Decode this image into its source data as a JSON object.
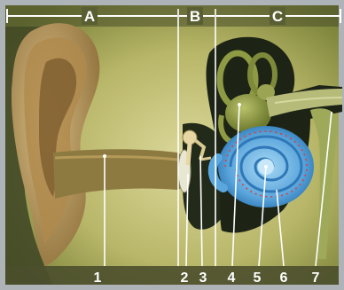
{
  "sections": [
    {
      "id": "A",
      "label": "A"
    },
    {
      "id": "B",
      "label": "B"
    },
    {
      "id": "C",
      "label": "C"
    }
  ],
  "callouts": [
    {
      "id": "1",
      "label": "1"
    },
    {
      "id": "2",
      "label": "2"
    },
    {
      "id": "3",
      "label": "3"
    },
    {
      "id": "4",
      "label": "4"
    },
    {
      "id": "5",
      "label": "5"
    },
    {
      "id": "6",
      "label": "6"
    },
    {
      "id": "7",
      "label": "7"
    }
  ],
  "colors": {
    "border": "#9aa0a8",
    "background_light": "#d9d79a",
    "background_dark": "#7f8a3c",
    "ear": "#c4a56a",
    "canal": "#8e7a3e",
    "inner_ear_dark": "#1e2418",
    "semicircular": "#8f9a44",
    "cochlea": "#6bb4e4",
    "cochlea_dark": "#3b86c4",
    "label_text": "#ffffff"
  }
}
